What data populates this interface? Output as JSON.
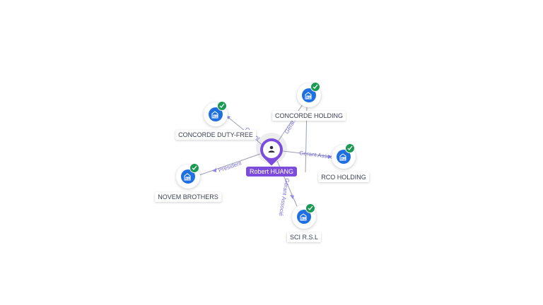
{
  "person": {
    "name": "Robert HUANG",
    "icon": "person-icon",
    "color": "#7c4ddb"
  },
  "companies": [
    {
      "key": "concorde-duty-free",
      "name": "CONCORDE DUTY-FREE",
      "icon": "building-icon",
      "verified": true
    },
    {
      "key": "concorde-holding",
      "name": "CONCORDE HOLDING",
      "icon": "building-icon",
      "verified": true
    },
    {
      "key": "rco-holding",
      "name": "RCO HOLDING",
      "icon": "building-icon",
      "verified": true
    },
    {
      "key": "novem-brothers",
      "name": "NOVEM BROTHERS",
      "icon": "building-icon",
      "verified": true
    },
    {
      "key": "sci-rsl",
      "name": "SCI R.S.L",
      "icon": "building-icon",
      "verified": true
    }
  ],
  "edges": [
    {
      "to": "concorde-duty-free",
      "label": "Gérant"
    },
    {
      "to": "concorde-holding",
      "label": "Gérant"
    },
    {
      "to": "rco-holding",
      "label": "Gérant Associé"
    },
    {
      "to": "novem-brothers",
      "label": "Président"
    },
    {
      "to": "sci-rsl",
      "label": "Gérant Associé"
    }
  ],
  "colors": {
    "company": "#1f6fe0",
    "verified": "#1a9a52",
    "edge_label": "#7b6fe0",
    "edge_line": "#9aa0b4"
  }
}
